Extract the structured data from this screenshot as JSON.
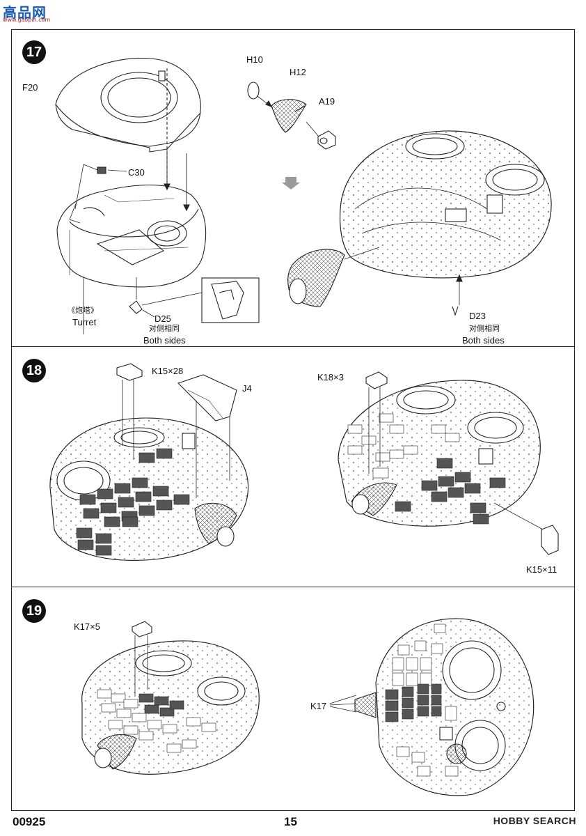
{
  "header": {
    "logo_text": "高品网",
    "logo_url": "www.gaopin.com"
  },
  "steps": [
    {
      "number": "17",
      "labels": {
        "f20": "F20",
        "h10": "H10",
        "h12": "H12",
        "a19": "A19",
        "c30": "C30",
        "turret_cn": "《炮塔》",
        "turret_en": "Turret",
        "d25": "D25",
        "d25_cn": "对侧相同",
        "d25_en": "Both sides",
        "d23": "D23",
        "d23_cn": "对侧相同",
        "d23_en": "Both sides"
      }
    },
    {
      "number": "18",
      "labels": {
        "k15x28": "K15×28",
        "j4": "J4",
        "k18x3": "K18×3",
        "k15x11": "K15×11"
      }
    },
    {
      "number": "19",
      "labels": {
        "k17x5": "K17×5",
        "k17": "K17"
      }
    }
  ],
  "footer": {
    "product_code": "00925",
    "page_number": "15",
    "brand": "HOBBY SEARCH"
  },
  "colors": {
    "line": "#222222",
    "badge": "#111111",
    "logo_blue": "#1a5bb0",
    "logo_red": "#c21e1e",
    "part_fill": "#555555"
  }
}
